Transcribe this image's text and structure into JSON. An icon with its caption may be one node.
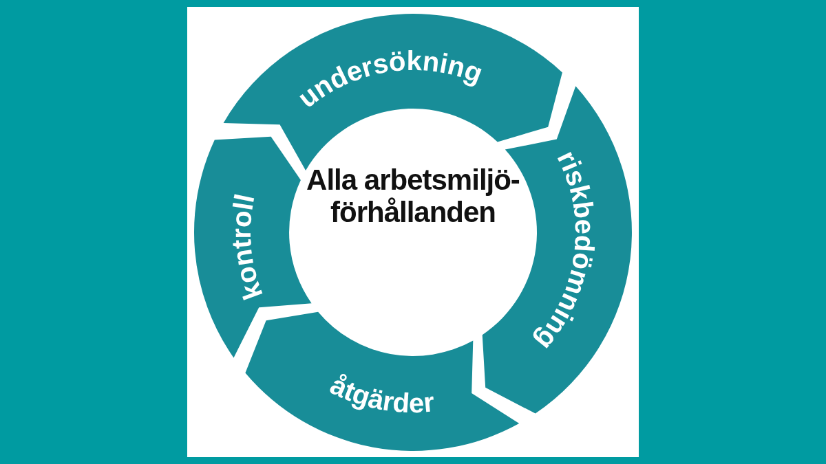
{
  "diagram": {
    "nodes": [
      {
        "text": [
          "Alla arbetsmiljö- förhållanden"
        ]
      },
      {
        "text": [
          "undersökning"
        ]
      },
      {
        "text": [
          "riskbedömning"
        ]
      },
      {
        "text": [
          "åtgärder"
        ]
      },
      {
        "text": [
          "kontroll"
        ]
      }
    ]
  }
}
